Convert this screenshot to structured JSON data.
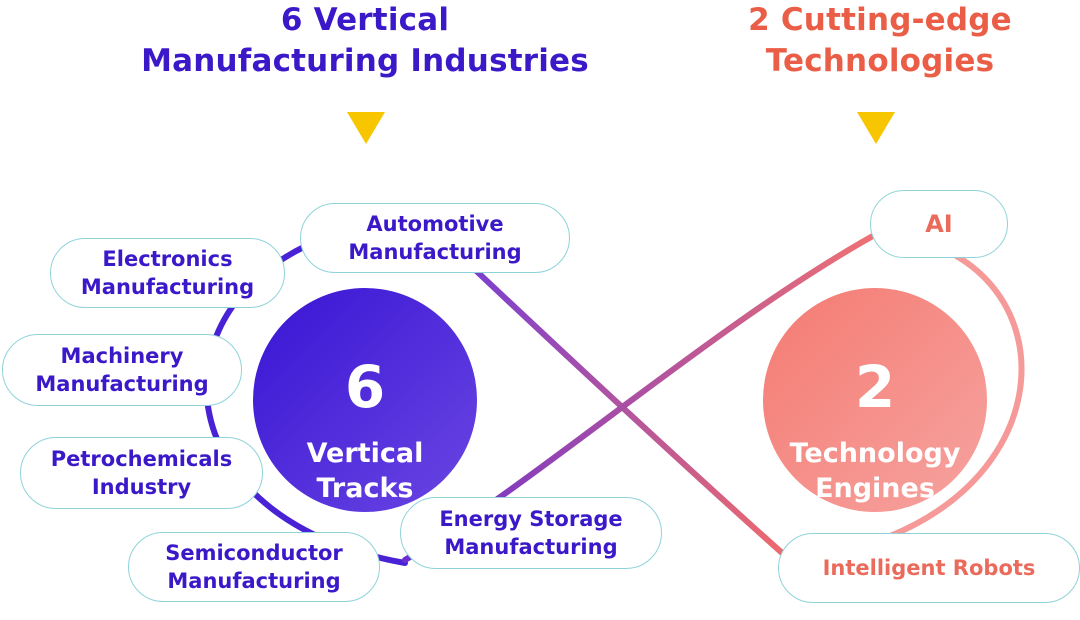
{
  "headings": {
    "left": "6 Vertical\nManufacturing Industries",
    "right": "2 Cutting-edge\nTechnologies"
  },
  "left_circle": {
    "number": "6",
    "label": "Vertical\nTracks"
  },
  "right_circle": {
    "number": "2",
    "label": "Technology\nEngines"
  },
  "industries": [
    "Automotive\nManufacturing",
    "Electronics\nManufacturing",
    "Machinery\nManufacturing",
    "Petrochemicals\nIndustry",
    "Semiconductor\nManufacturing",
    "Energy Storage\nManufacturing"
  ],
  "technologies": [
    "AI",
    "Intelligent Robots"
  ],
  "colors": {
    "blue": "#3b19c9",
    "red": "#ea5d46",
    "arrow": "#f7c600",
    "pill_border": "#8fd3da"
  },
  "icons": [
    "arrow-down-icon",
    "infinity-loop"
  ]
}
